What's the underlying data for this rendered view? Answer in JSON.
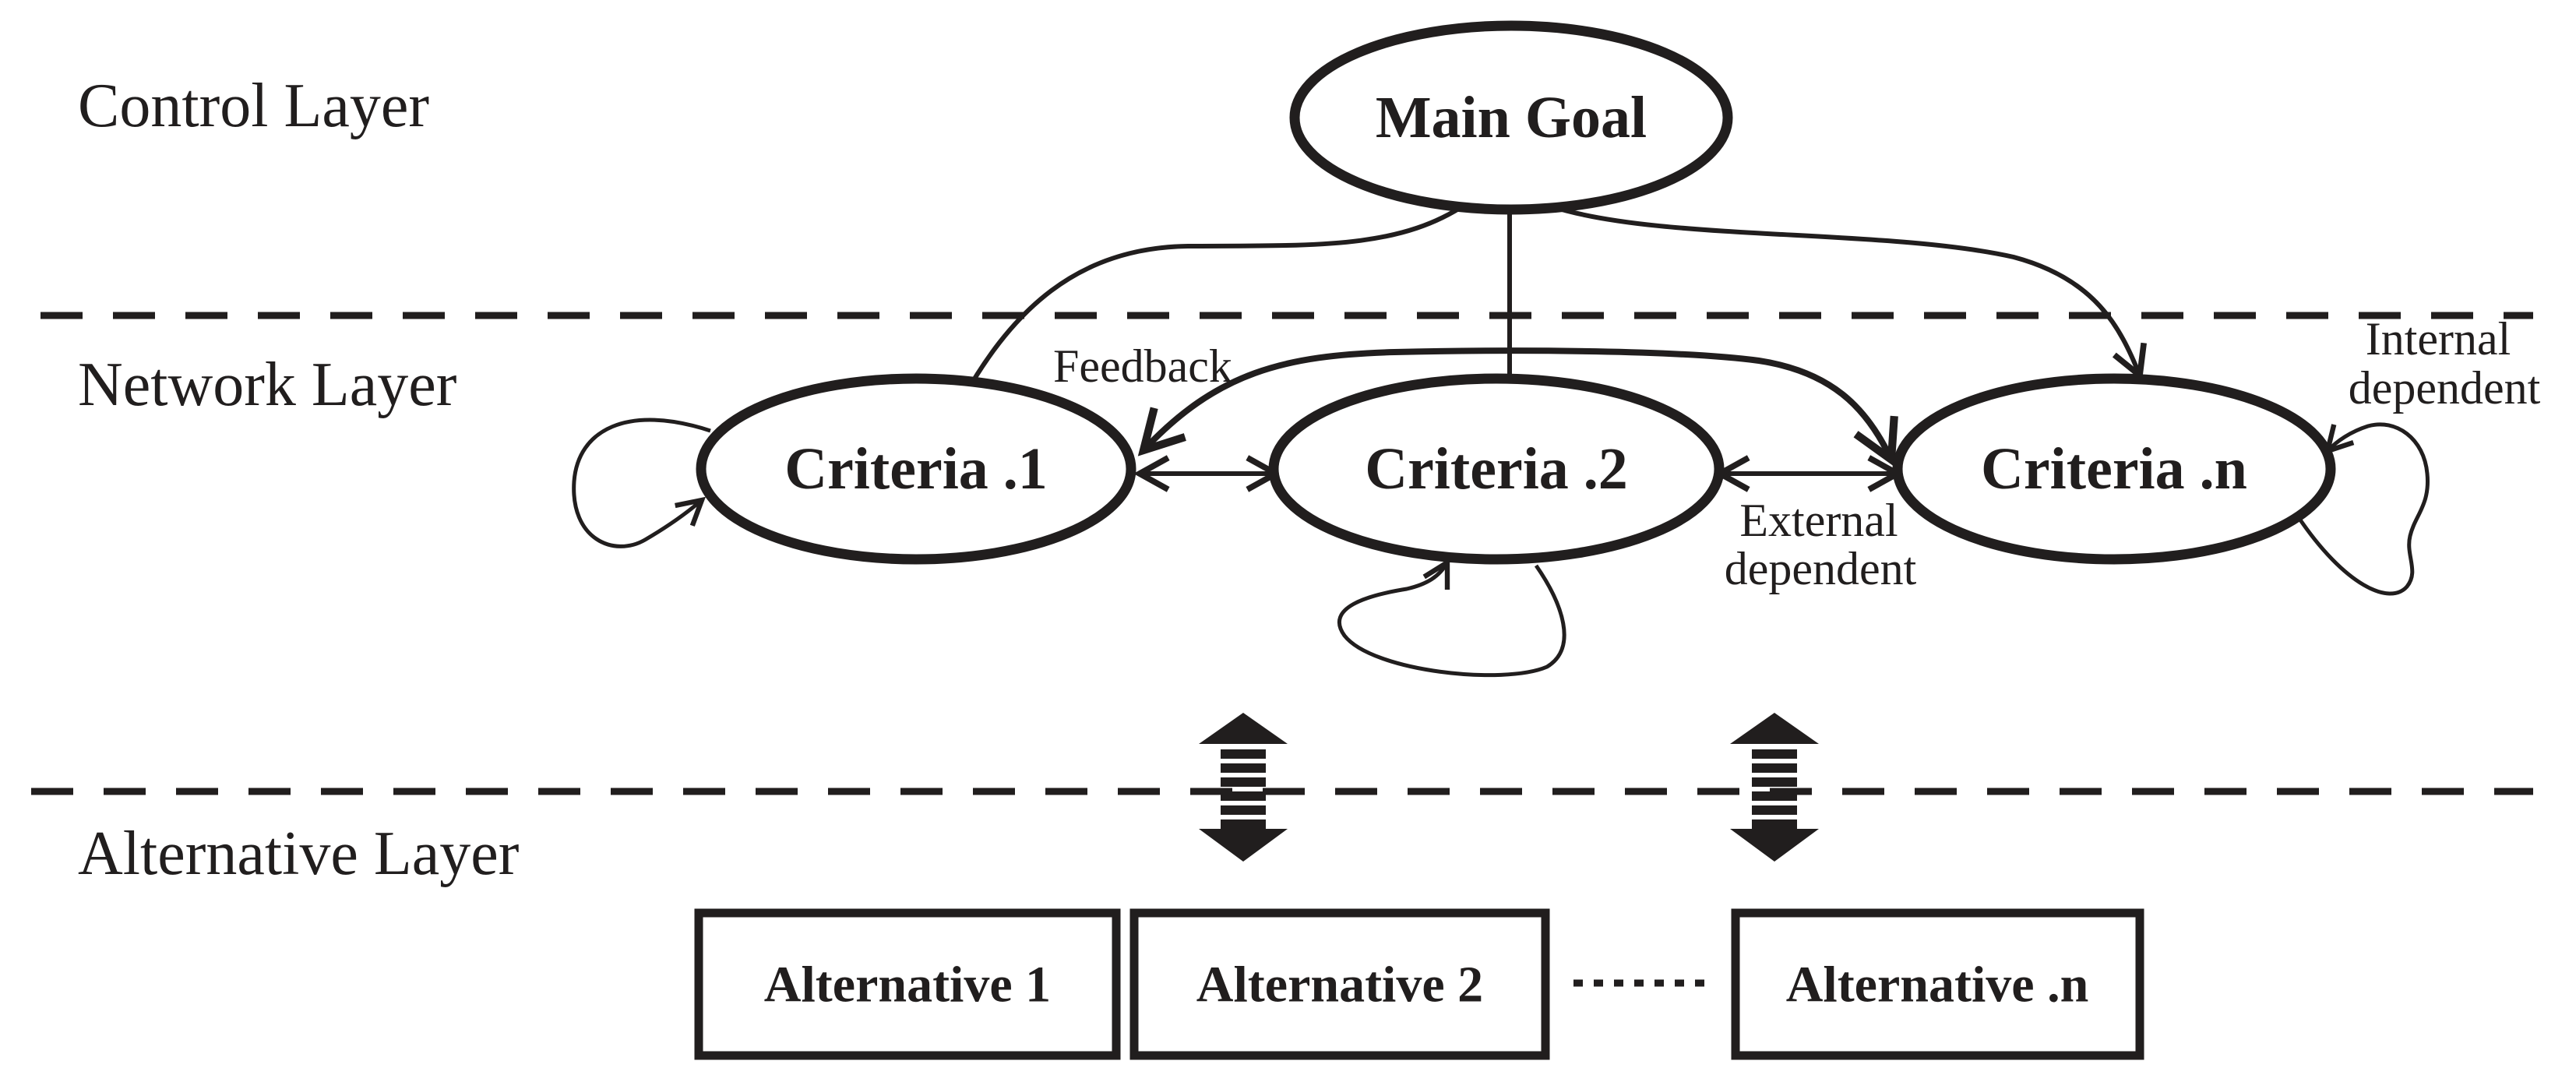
{
  "figure": {
    "title": "ANP network structure diagram",
    "layers": {
      "control": "Control Layer",
      "network": "Network Layer",
      "alternative": "Alternative Layer"
    },
    "nodes": {
      "main_goal": "Main Goal",
      "criteria_1": "Criteria .1",
      "criteria_2": "Criteria .2",
      "criteria_n": "Criteria .n",
      "alternative_1": "Alternative 1",
      "alternative_2": "Alternative 2",
      "alternative_n": "Alternative .n"
    },
    "annotations": {
      "feedback": "Feedback",
      "internal_dependent_line1": "Internal",
      "internal_dependent_line2": "dependent",
      "external_dependent_line1": "External",
      "external_dependent_line2": "dependent"
    },
    "colors": {
      "ink": "#211e1e",
      "background": "#ffffff"
    }
  }
}
